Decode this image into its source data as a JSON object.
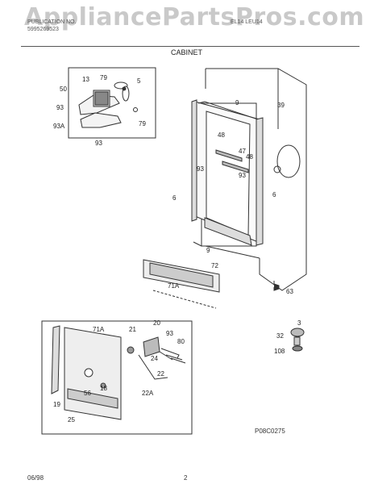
{
  "header": {
    "watermark": "AppliancePartsPros.com",
    "left_line1": "PUBLICATION NO.",
    "left_line2": "5995269523",
    "right_line1": "EL14  LEU14",
    "section_title": "CABINET"
  },
  "callouts": {
    "c13": "13",
    "c79a": "79",
    "c5": "5",
    "c50": "50",
    "c93a": "93",
    "c79b": "79",
    "c93A": "93A",
    "c93b": "93",
    "c9a": "9",
    "c39": "39",
    "c48a": "48",
    "c47": "47",
    "c48b": "48",
    "c93c": "93",
    "c93d": "93",
    "c6a": "6",
    "c6b": "6",
    "c9b": "9",
    "c72": "72",
    "c71A": "71A",
    "c63": "63",
    "c3": "3",
    "c32": "32",
    "c108": "108",
    "c71Ab": "71A",
    "c21": "21",
    "c20": "20",
    "c93e": "93",
    "c80": "80",
    "c24": "24",
    "c22": "22",
    "c22A": "22A",
    "c18": "18",
    "c56": "56",
    "c19": "19",
    "c25": "25"
  },
  "footer": {
    "date": "06/98",
    "page": "2",
    "code": "P08C0275"
  }
}
